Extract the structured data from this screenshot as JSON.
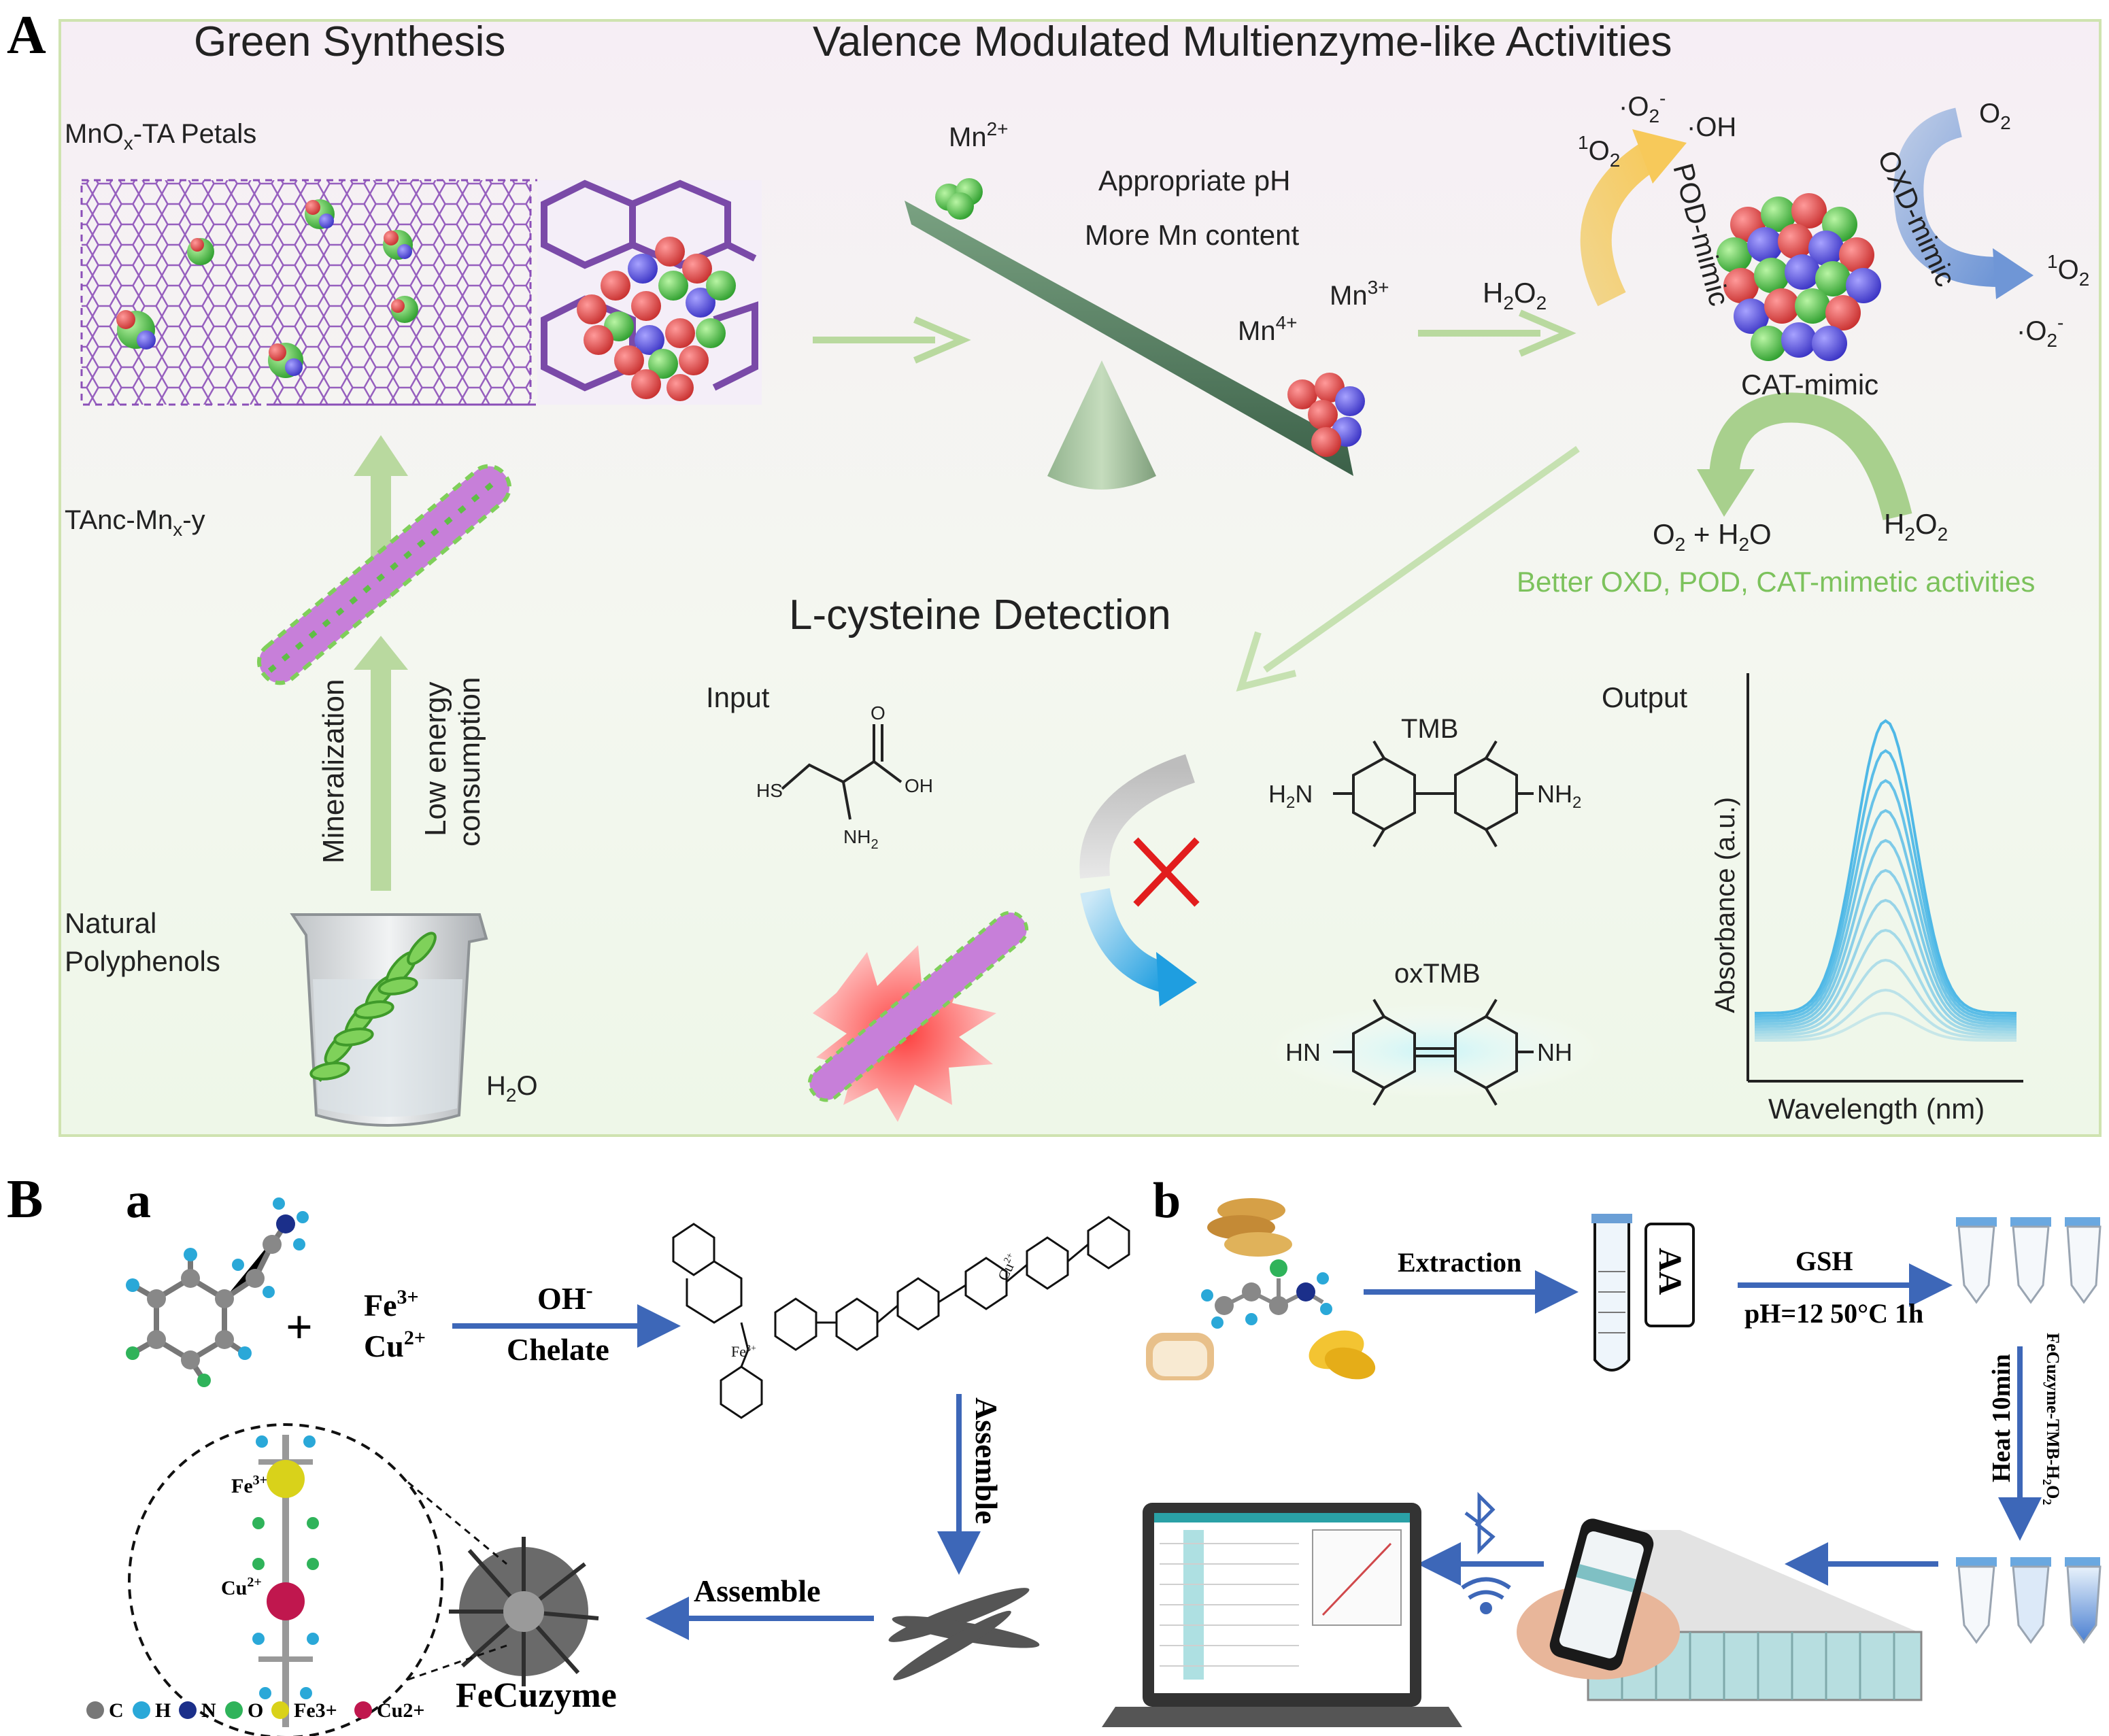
{
  "panelA": {
    "letter": "A",
    "title_left": "Green Synthesis",
    "title_right": "Valence Modulated Multienzyme-like Activities",
    "petals_label": "MnOx-TA Petals",
    "tanc_label": "TAnc-Mnx-y",
    "mineralization": "Mineralization",
    "low_energy_1": "Low energy",
    "low_energy_2": "consumption",
    "natural_1": "Natural",
    "natural_2": "Polyphenols",
    "water": "H2O",
    "mn2": "Mn2+",
    "mn3": "Mn3+",
    "mn4": "Mn4+",
    "appropriate_ph": "Appropriate pH",
    "more_mn": "More Mn content",
    "o2_radical": "·O2-",
    "oh_radical": "·OH",
    "singlet_o2_left": "1O2",
    "h2o2_left": "H2O2",
    "pod_mimic": "POD-mimic",
    "oxd_mimic": "OXD-mimic",
    "o2_right": "O2",
    "singlet_o2_right": "1O2",
    "o2_radical_right": "·O2-",
    "cat_mimic": "CAT-mimic",
    "o2_h2o": "O2 + H2O",
    "h2o2_bottom": "H2O2",
    "better_activities": "Better OXD, POD, CAT-mimetic activities",
    "lcys_title": "L-cysteine Detection",
    "input": "Input",
    "output": "Output",
    "tmb": "TMB",
    "oxtmb": "oxTMB",
    "absorbance": "Absorbance (a.u.)",
    "wavelength": "Wavelength (nm)",
    "cys_hs": "HS",
    "cys_o": "O",
    "cys_oh": "OH",
    "cys_nh2": "NH2",
    "tmb_h2n": "H2N",
    "tmb_nh2": "NH2",
    "oxtmb_hn": "HN",
    "oxtmb_nh": "NH"
  },
  "panelB": {
    "letter": "B",
    "sub_a": "a",
    "sub_b": "b",
    "fe3": "Fe3+",
    "cu2": "Cu2+",
    "plus": "+",
    "oh_minus": "OH-",
    "chelate": "Chelate",
    "assemble_vertical": "Assemble",
    "assemble_horizontal": "Assemble",
    "fecuzyme": "FeCuzyme",
    "circle_fe": "Fe3+",
    "circle_cu": "Cu2+",
    "legend": [
      {
        "symbol": "C",
        "color": "#777777"
      },
      {
        "symbol": "H",
        "color": "#2aa8d8"
      },
      {
        "symbol": "N",
        "color": "#1b2f8a"
      },
      {
        "symbol": "O",
        "color": "#2fb35a"
      },
      {
        "symbol": "Fe3+",
        "color": "#d9d21a"
      },
      {
        "symbol": "Cu2+",
        "color": "#c0174e"
      }
    ],
    "extraction": "Extraction",
    "aa": "AA",
    "gsh": "GSH",
    "conditions": "pH=12 50°C 1h",
    "heat": "Heat 10min",
    "fecuzyme_tmb": "FeCuzyme-TMB-H2O2"
  },
  "colors": {
    "panel_a_border": "#cfe3b0",
    "green_arrow": "#a8d08d",
    "blue_arrow": "#3d67b8",
    "accent_green_text": "#7cc25c",
    "spectrum_blue": "#4fb8e6"
  }
}
